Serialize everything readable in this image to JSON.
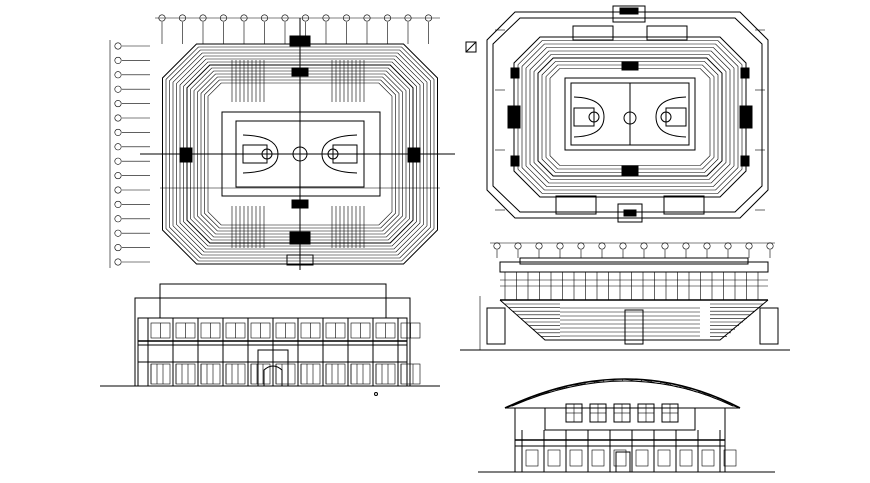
{
  "sheet": {
    "background": "#ffffff",
    "line_color": "#000000"
  },
  "drawings": [
    {
      "id": "plan-main",
      "kind": "floor plan"
    },
    {
      "id": "plan-secondary",
      "kind": "floor plan"
    },
    {
      "id": "elevation-front",
      "kind": "elevation"
    },
    {
      "id": "section",
      "kind": "section"
    },
    {
      "id": "elevation-side",
      "kind": "elevation"
    }
  ]
}
